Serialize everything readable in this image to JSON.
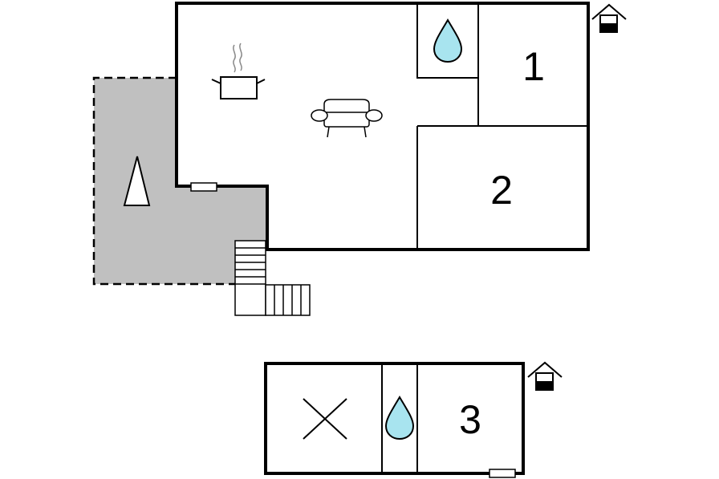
{
  "floor_plan": {
    "rooms": [
      {
        "id": "bedroom-1",
        "label": "1"
      },
      {
        "id": "bedroom-2",
        "label": "2"
      },
      {
        "id": "bedroom-3",
        "label": "3"
      }
    ],
    "icons": {
      "floor_indicator": "floor-house-icon",
      "kitchen": "cooking-pot-icon",
      "living": "sofa-icon",
      "bathroom": "water-drop-icon",
      "terrace": "parasol-icon",
      "utility": "x-mark-icon",
      "stairs": "stairs-icon",
      "window": "window-icon"
    },
    "colors": {
      "wall": "#000000",
      "terrace_fill": "#c0c0c0",
      "water_drop": "#a8e4ef",
      "background": "#ffffff"
    }
  }
}
